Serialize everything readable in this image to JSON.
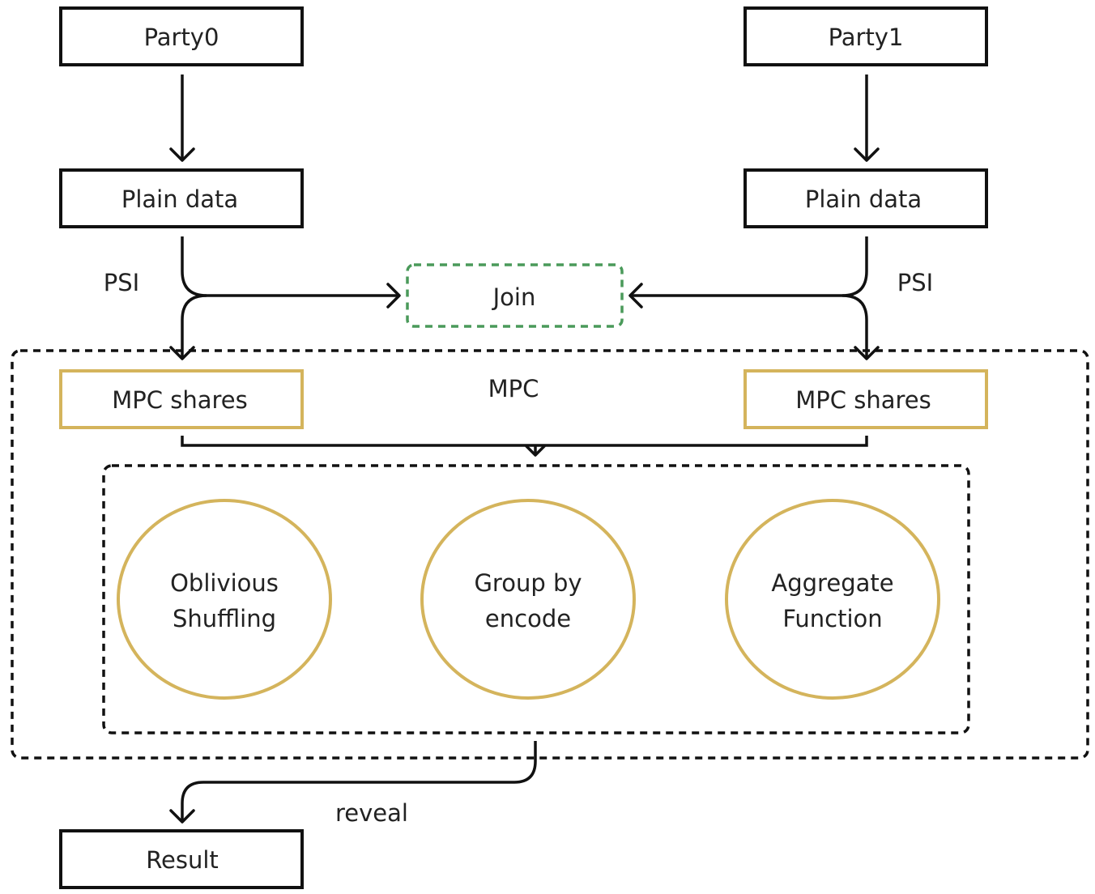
{
  "nodes": {
    "party0": "Party0",
    "party1": "Party1",
    "plain_left": "Plain data",
    "plain_right": "Plain data",
    "join": "Join",
    "mpc_left": "MPC shares",
    "mpc_right": "MPC shares",
    "oblivious_line1": "Oblivious",
    "oblivious_line2": "Shuffling",
    "groupby_line1": "Group by",
    "groupby_line2": "encode",
    "aggregate_line1": "Aggregate",
    "aggregate_line2": "Function",
    "result": "Result"
  },
  "regions": {
    "mpc": "MPC"
  },
  "edge_labels": {
    "psi_left": "PSI",
    "psi_right": "PSI",
    "reveal": "reveal"
  },
  "colors": {
    "stroke": "#111111",
    "gold": "#d4b45c",
    "join_green": "#4a9a5a"
  }
}
